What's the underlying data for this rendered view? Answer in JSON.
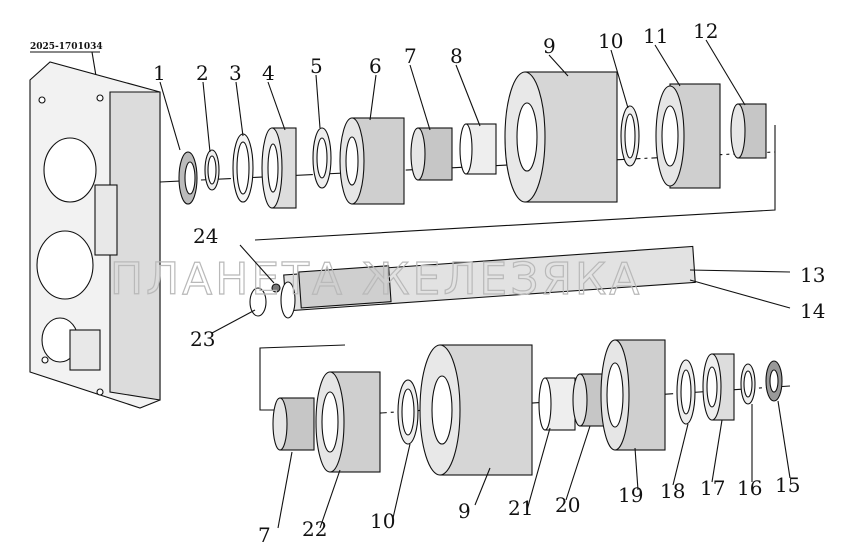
{
  "drawing_code": "2025-1701034",
  "watermark": "ПЛАНЕТА ЖЕЛЕЗЯКА",
  "callouts": [
    "1",
    "2",
    "3",
    "4",
    "5",
    "6",
    "7",
    "8",
    "9",
    "10",
    "11",
    "12",
    "13",
    "14",
    "15",
    "16",
    "17",
    "18",
    "19",
    "20",
    "21",
    "22",
    "23",
    "24"
  ],
  "bottom_callouts": [
    "7",
    "22",
    "10",
    "9",
    "21",
    "20",
    "19",
    "18",
    "17",
    "16",
    "15"
  ]
}
